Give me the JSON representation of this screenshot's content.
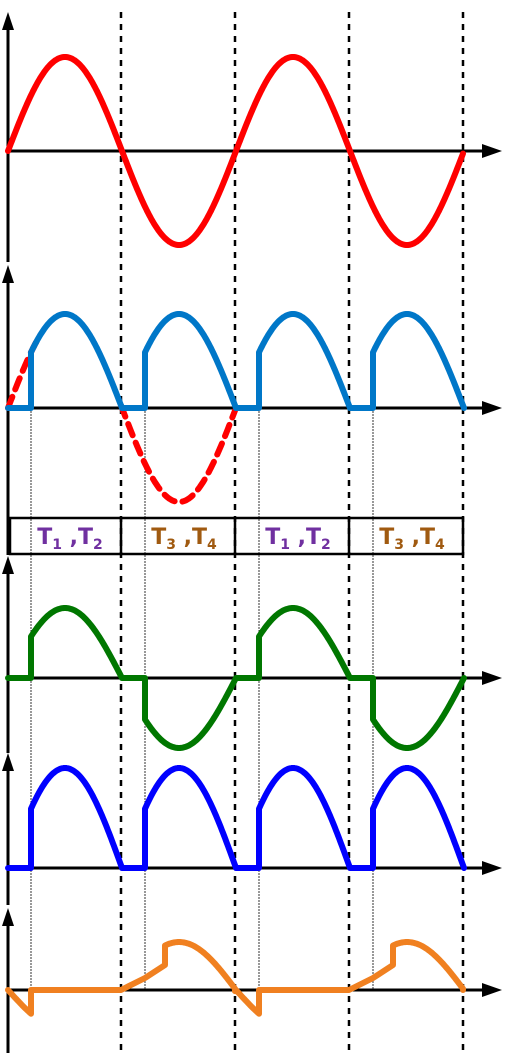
{
  "colors": {
    "source": "#ff0000",
    "scr_output": "#0077c8",
    "dashed_negative": "#ff0000",
    "source_current": "#007700",
    "load_voltage": "#0000ff",
    "thyristor_voltage": "#f08020",
    "axis": "#000000",
    "label_t12": "#7030a0",
    "label_t34": "#a05a10"
  },
  "conduction_labels": [
    {
      "main1": "T",
      "sub1": "1",
      "sep": " ,",
      "main2": "T",
      "sub2": "2",
      "color_key": "label_t12"
    },
    {
      "main1": "T",
      "sub1": "3",
      "sep": " ,",
      "main2": "T",
      "sub2": "4",
      "color_key": "label_t34"
    },
    {
      "main1": "T",
      "sub1": "1",
      "sep": " ,",
      "main2": "T",
      "sub2": "2",
      "color_key": "label_t12"
    },
    {
      "main1": "T",
      "sub1": "3",
      "sep": " ,",
      "main2": "T",
      "sub2": "4",
      "color_key": "label_t34"
    }
  ]
}
